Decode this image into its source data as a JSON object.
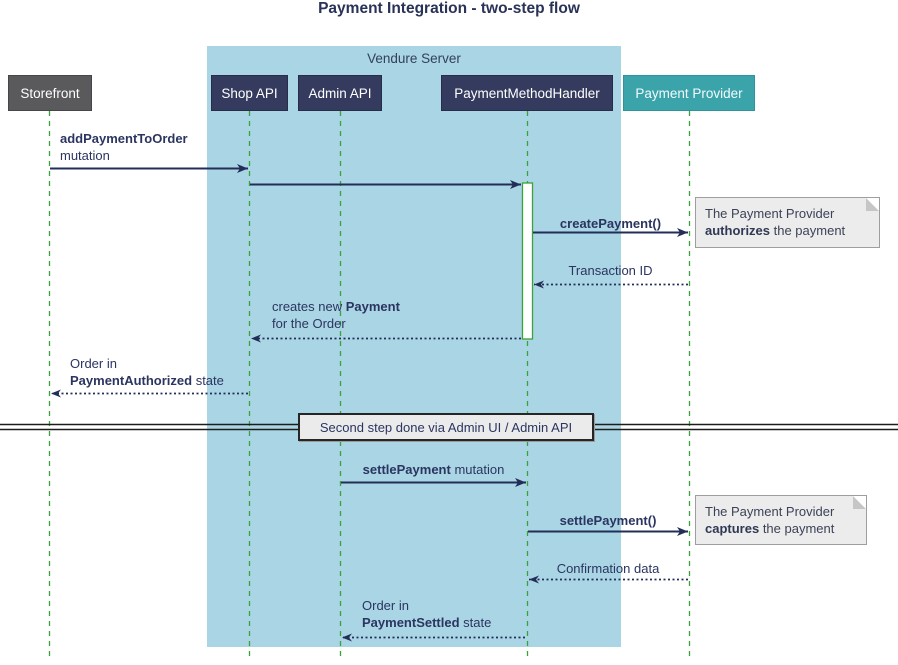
{
  "title": "Payment Integration - two-step flow",
  "server_group_label": "Vendure Server",
  "participants": {
    "storefront": "Storefront",
    "shop_api": "Shop API",
    "admin_api": "Admin API",
    "handler": "PaymentMethodHandler",
    "provider": "Payment Provider"
  },
  "messages": {
    "add_payment": {
      "bold": "addPaymentToOrder",
      "line2": "mutation"
    },
    "create_payment": {
      "label": "createPayment()"
    },
    "transaction_id": {
      "label": "Transaction ID"
    },
    "creates_payment": {
      "pre": "creates new ",
      "bold": "Payment",
      "line2": "for the Order"
    },
    "order_authorized": {
      "line1": "Order in",
      "bold": "PaymentAuthorized",
      "rest": " state"
    },
    "settle_mutation": {
      "bold": "settlePayment",
      "rest": " mutation"
    },
    "settle_call": {
      "label": "settlePayment()"
    },
    "confirmation": {
      "label": "Confirmation data"
    },
    "order_settled": {
      "line1": "Order in",
      "bold": "PaymentSettled",
      "rest": " state"
    }
  },
  "notes": {
    "authorize": {
      "line1": "The Payment Provider",
      "bold": "authorizes",
      "rest": " the payment"
    },
    "capture": {
      "line1": "The Payment Provider",
      "bold": "captures",
      "rest": " the payment"
    }
  },
  "divider": {
    "label": "Second step done via Admin UI / Admin API"
  },
  "colors": {
    "server_bg": "#a9d5e4",
    "participant_navy": "#353b5e",
    "storefront_gray": "#5a5a5c",
    "provider_teal": "#3ba4ab",
    "lifeline_green": "#3aa23a",
    "arrow_navy": "#222d58",
    "note_bg": "#ececec",
    "divider_bg": "#ebebeb"
  }
}
